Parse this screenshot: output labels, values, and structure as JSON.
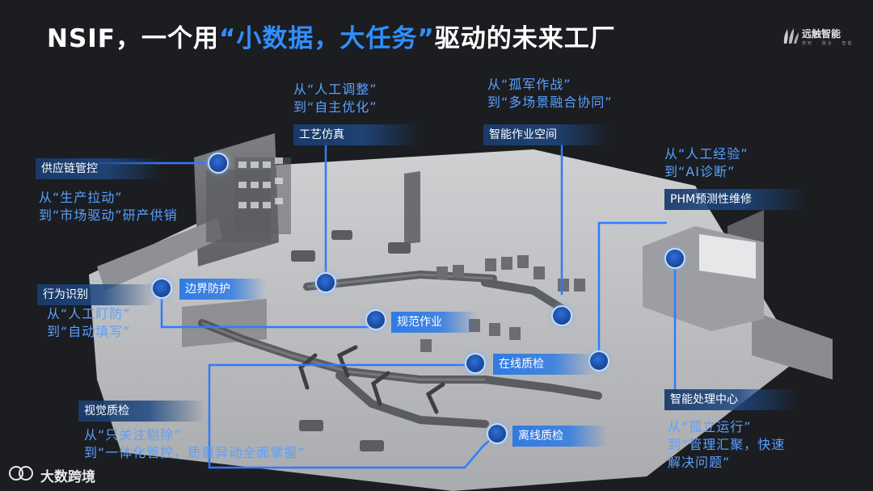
{
  "title": {
    "prefix": "NSIF，一个用",
    "highlight": "“小数据，大任务”",
    "suffix": "驱动的未来工厂"
  },
  "logo": {
    "name": "远触智能",
    "sub": "感知 · 融合 · 智能"
  },
  "brand": {
    "name": "大数跨境"
  },
  "labels": {
    "supply_chain": "供应链管控",
    "process_sim": "工艺仿真",
    "smart_space": "智能作业空间",
    "phm": "PHM预测性维修",
    "behavior": "行为识别",
    "boundary": "边界防护",
    "standard": "规范作业",
    "online_qc": "在线质检",
    "visual_qc": "视觉质检",
    "offline_qc": "离线质检",
    "processing_center": "智能处理中心"
  },
  "descriptions": {
    "supply_chain": [
      "从“生产拉动”",
      "到“市场驱动”研产供销"
    ],
    "process_sim": [
      "从“人工调整”",
      "到“自主优化”"
    ],
    "smart_space": [
      "从“孤军作战”",
      "到“多场景融合协同”"
    ],
    "phm": [
      "从“人工经验”",
      "到“AI诊断”"
    ],
    "behavior": [
      "从“人工盯防”",
      "到“自动填写”"
    ],
    "visual_qc": [
      "从“只关注剔除”",
      "到“一体化管控，质量异动全面掌握”"
    ],
    "processing_center": [
      "从“孤立运行”",
      "到“管理汇聚，快速",
      "解决问题”"
    ]
  },
  "colors": {
    "accent": "#2f8fff",
    "line": "#2f7bff",
    "desc": "#5aa0ff",
    "background": "#1b1d21"
  }
}
